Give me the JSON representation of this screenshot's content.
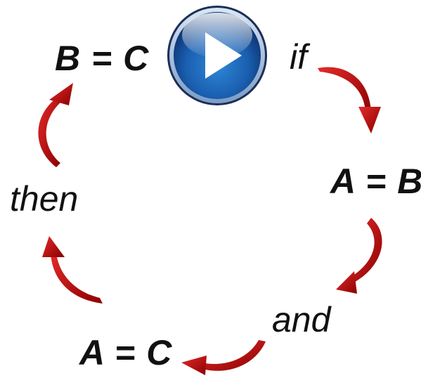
{
  "cycle": {
    "statement_bc": "B = C",
    "word_if": "if",
    "statement_ab": "A = B",
    "word_and": "and",
    "statement_ac": "A = C",
    "word_then": "then"
  },
  "play_button": {
    "icon": "play-icon"
  },
  "colors": {
    "arrow": "#cc1111",
    "arrow_dark": "#8a0000",
    "button_blue": "#1a5fb0",
    "text": "#111111"
  }
}
